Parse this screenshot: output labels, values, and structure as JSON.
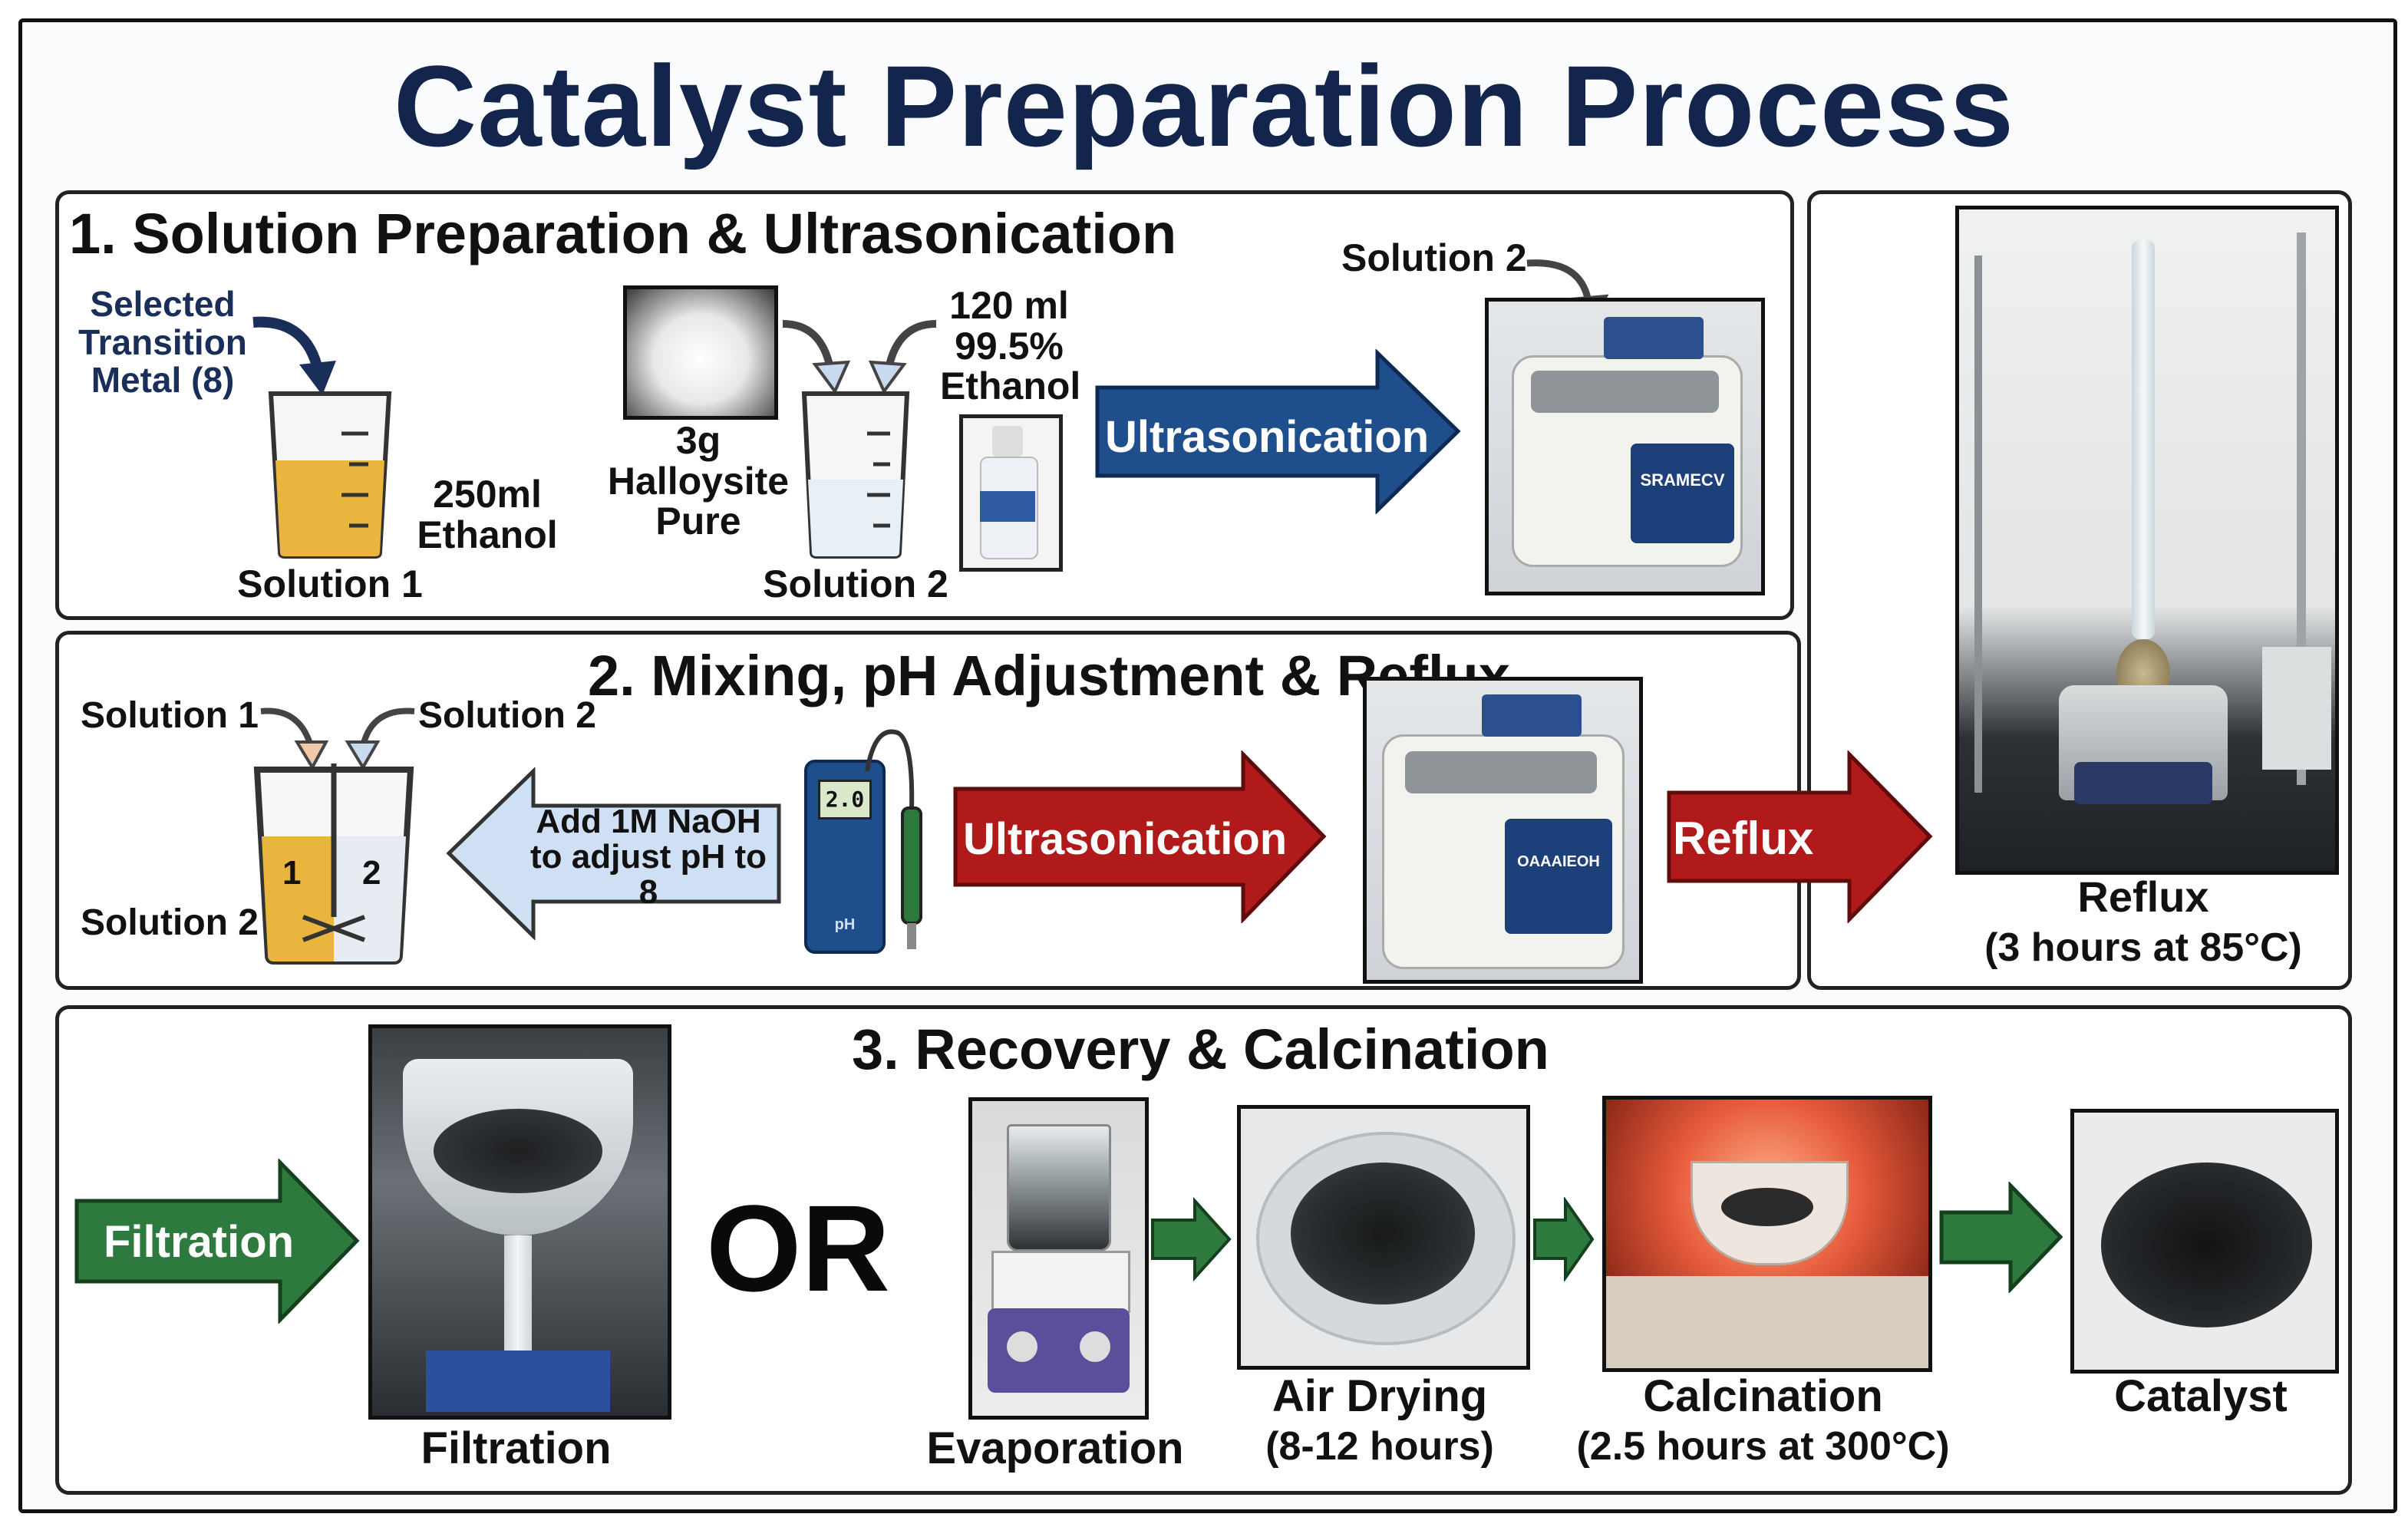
{
  "title": "Catalyst Preparation Process",
  "colors": {
    "title": "#13254d",
    "blue_arrow": "#1f4e8c",
    "red_arrow": "#b01a1a",
    "green_arrow": "#2e7a3e",
    "light_arrow": "#cfe0f4"
  },
  "section1": {
    "heading": "1. Solution Preparation & Ultrasonication",
    "metal_label": "Selected Transition Metal (8)",
    "ethanol_250": "250ml Ethanol",
    "solution1": "Solution 1",
    "halloysite": "3g Halloysite Pure",
    "ethanol_120": "120 ml 99.5% Ethanol",
    "solution2": "Solution 2",
    "arrow_label": "Ultrasonication",
    "bath_label": "Solution 2",
    "bath_panel_text": "SRAMECV"
  },
  "section2": {
    "heading": "2. Mixing, pH Adjustment & Reflux",
    "solution1_in": "Solution 1",
    "solution2_in": "Solution 2",
    "solution2_bottom": "Solution 2",
    "beaker_num1": "1",
    "beaker_num2": "2",
    "naoh_label": "Add 1M NaOH to adjust pH to 8",
    "ph_display": "2.0",
    "ph_text": "pH",
    "ultra_label": "Ultrasonication",
    "bath_panel_text": "OAAAIEOH",
    "reflux_arrow": "Reflux",
    "reflux_caption": "Reflux",
    "reflux_detail": "(3 hours at 85°C)"
  },
  "section3": {
    "heading": "3. Recovery & Calcination",
    "filtration_arrow": "Filtration",
    "filtration_caption": "Filtration",
    "or_text": "OR",
    "evaporation": "Evaporation",
    "air_drying": "Air Drying",
    "air_drying_detail": "(8-12 hours)",
    "calcination": "Calcination",
    "calcination_detail": "(2.5 hours at 300°C)",
    "catalyst": "Catalyst"
  }
}
